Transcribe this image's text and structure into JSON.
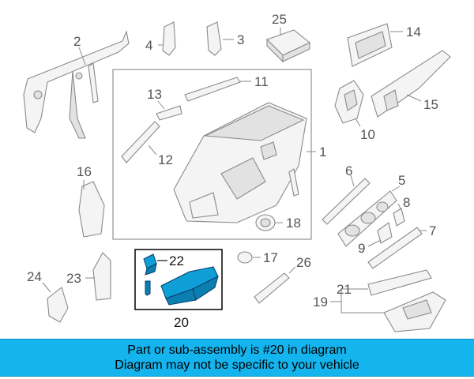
{
  "callouts": {
    "c1": "1",
    "c2": "2",
    "c3": "3",
    "c4": "4",
    "c5": "5",
    "c6": "6",
    "c7": "7",
    "c8": "8",
    "c9": "9",
    "c10": "10",
    "c11": "11",
    "c12": "12",
    "c13": "13",
    "c14": "14",
    "c15": "15",
    "c16": "16",
    "c17": "17",
    "c18": "18",
    "c19": "19",
    "c20": "20",
    "c21": "21",
    "c22": "22",
    "c23": "23",
    "c24": "24",
    "c25": "25",
    "c26": "26"
  },
  "highlight_color": "#0d9fd6",
  "banner": {
    "line1": "Part or sub-assembly is #20 in diagram",
    "line2": "Diagram may not be specific to your vehicle",
    "background": "#14b4ee"
  }
}
